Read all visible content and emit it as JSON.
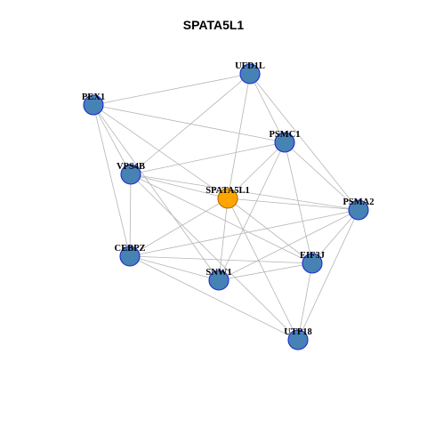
{
  "title": "SPATA5L1",
  "colors": {
    "node_fill": "#4682b4",
    "node_stroke": "#1f2bd1",
    "center_fill": "#ffa500",
    "center_stroke": "#b36b00",
    "edge": "#b4b4b4"
  },
  "nodes": [
    {
      "id": "SPATA5L1",
      "center": true
    },
    {
      "id": "UFD1L"
    },
    {
      "id": "PEX1"
    },
    {
      "id": "PSMC1"
    },
    {
      "id": "VPS4B"
    },
    {
      "id": "PSMA2"
    },
    {
      "id": "CEBPZ"
    },
    {
      "id": "EIF3J"
    },
    {
      "id": "SNW1"
    },
    {
      "id": "UTP18"
    }
  ],
  "edges": [
    [
      "PEX1",
      "UFD1L"
    ],
    [
      "PEX1",
      "PSMC1"
    ],
    [
      "PEX1",
      "VPS4B"
    ],
    [
      "PEX1",
      "SPATA5L1"
    ],
    [
      "PEX1",
      "CEBPZ"
    ],
    [
      "PEX1",
      "SNW1"
    ],
    [
      "UFD1L",
      "PSMC1"
    ],
    [
      "UFD1L",
      "VPS4B"
    ],
    [
      "UFD1L",
      "SPATA5L1"
    ],
    [
      "UFD1L",
      "PSMA2"
    ],
    [
      "PSMC1",
      "SPATA5L1"
    ],
    [
      "PSMC1",
      "VPS4B"
    ],
    [
      "PSMC1",
      "PSMA2"
    ],
    [
      "PSMC1",
      "EIF3J"
    ],
    [
      "PSMC1",
      "SNW1"
    ],
    [
      "VPS4B",
      "SPATA5L1"
    ],
    [
      "VPS4B",
      "CEBPZ"
    ],
    [
      "VPS4B",
      "EIF3J"
    ],
    [
      "VPS4B",
      "UTP18"
    ],
    [
      "VPS4B",
      "PSMA2"
    ],
    [
      "SPATA5L1",
      "PSMA2"
    ],
    [
      "SPATA5L1",
      "CEBPZ"
    ],
    [
      "SPATA5L1",
      "EIF3J"
    ],
    [
      "SPATA5L1",
      "SNW1"
    ],
    [
      "SPATA5L1",
      "UTP18"
    ],
    [
      "PSMA2",
      "CEBPZ"
    ],
    [
      "PSMA2",
      "EIF3J"
    ],
    [
      "PSMA2",
      "SNW1"
    ],
    [
      "PSMA2",
      "UTP18"
    ],
    [
      "CEBPZ",
      "EIF3J"
    ],
    [
      "CEBPZ",
      "SNW1"
    ],
    [
      "CEBPZ",
      "UTP18"
    ],
    [
      "EIF3J",
      "SNW1"
    ],
    [
      "EIF3J",
      "UTP18"
    ]
  ]
}
